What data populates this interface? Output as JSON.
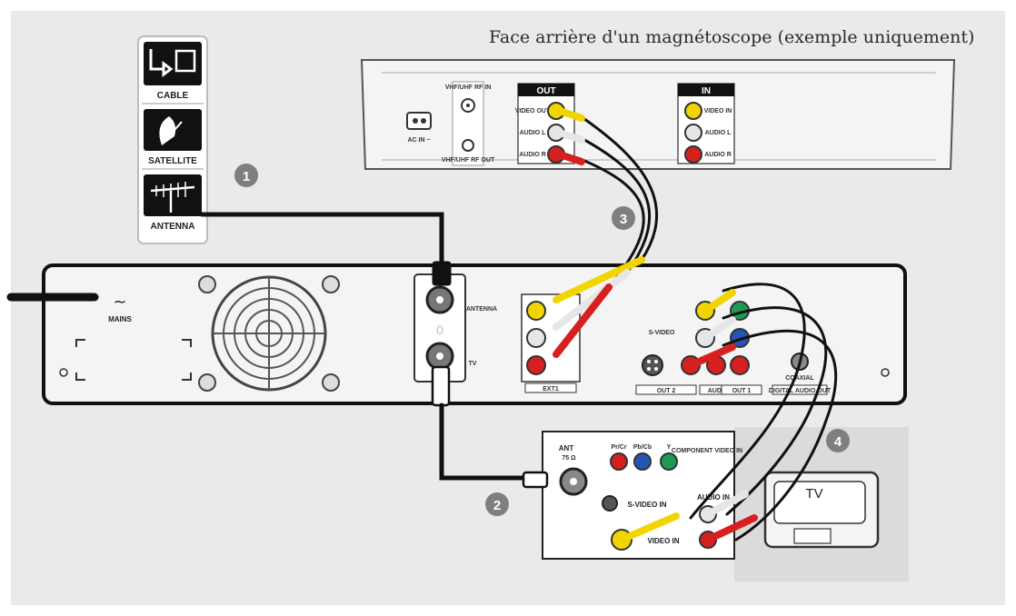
{
  "vcr_title": "Face arrière d'un magnétoscope (exemple uniquement)",
  "sources": {
    "cable": "CABLE",
    "satellite": "SATELLITE",
    "antenna": "ANTENNA"
  },
  "steps": [
    "1",
    "2",
    "3",
    "4"
  ],
  "vcr": {
    "out_label": "OUT",
    "in_label": "IN",
    "ac_in": "AC IN ~",
    "rf_in": "VHF/UHF RF IN",
    "rf_out": "VHF/UHF RF OUT",
    "out_video": "VIDEO OUT",
    "out_audio_l": "AUDIO L",
    "out_audio_r": "AUDIO R",
    "in_video": "VIDEO IN",
    "in_audio_l": "AUDIO L",
    "in_audio_r": "AUDIO R"
  },
  "recorder": {
    "mains": "MAINS",
    "antenna": "ANTENNA",
    "tv": "TV",
    "ext_label": "EXT1",
    "svideo": "S-VIDEO",
    "out2": "OUT 2",
    "out1": "OUT 1",
    "audio": "AUDIO",
    "coaxial": "COAXIAL",
    "digital_audio_out": "DIGITAL AUDIO OUT"
  },
  "tv_panel": {
    "ant": "ANT",
    "ant_ohm": "75 Ω",
    "pr": "Pr/Cr",
    "pb": "Pb/Cb",
    "y": "Y",
    "component_in": "COMPONENT VIDEO IN",
    "svideo_in": "S-VIDEO IN",
    "audio_in": "AUDIO IN",
    "video_in": "VIDEO IN",
    "tv_label": "TV"
  },
  "colors": {
    "yellow": "#f2d500",
    "white": "#e6e6e6",
    "red": "#d62020",
    "green": "#1f9a55",
    "blue": "#2356b4",
    "step_circle": "#7f7f7f",
    "panel_bg": "#eaeaea"
  }
}
